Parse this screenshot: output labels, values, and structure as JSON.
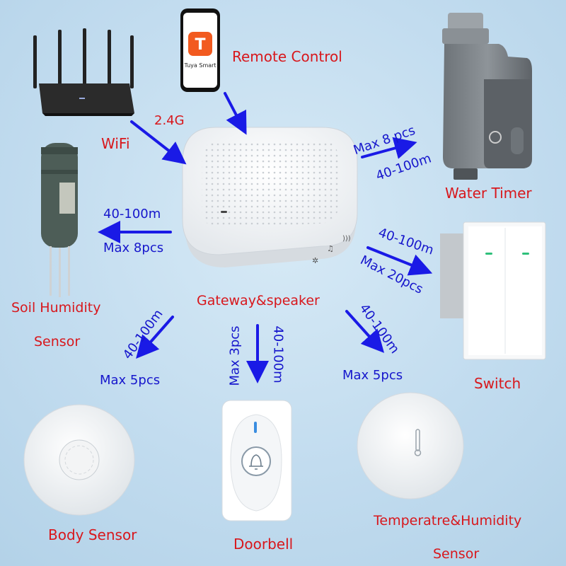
{
  "colors": {
    "background": "#c2dcef",
    "arrow": "#1a1ae6",
    "device_label": "#d8171c",
    "spec_label": "#1616cc"
  },
  "phone": {
    "app_name": "Tuya Smart",
    "logo_letter": "T"
  },
  "labels": {
    "remote_control": "Remote Control",
    "band": "2.4G",
    "wifi": "WiFi",
    "gateway": "Gateway&speaker",
    "water_timer": "Water Timer",
    "soil_sensor_line1": "Soil Humidity",
    "soil_sensor_line2": "Sensor",
    "switch": "Switch",
    "body_sensor": "Body Sensor",
    "doorbell": "Doorbell",
    "temp_sensor_line1": "Temperatre&Humidity",
    "temp_sensor_line2": "Sensor"
  },
  "specs": {
    "water_timer_max": "Max 8 pcs",
    "water_timer_range": "40-100m",
    "soil_range": "40-100m",
    "soil_max": "Max 8pcs",
    "switch_range": "40-100m",
    "switch_max": "Max 20pcs",
    "body_range": "40-100m",
    "body_max": "Max 5pcs",
    "doorbell_max": "Max 3pcs",
    "doorbell_range": "40-100m",
    "temp_range": "40-100m",
    "temp_max": "Max 5pcs"
  },
  "icons": [
    "router-icon",
    "phone-icon",
    "tuya-logo-icon",
    "gateway-icon",
    "water-timer-icon",
    "soil-sensor-icon",
    "wall-switch-icon",
    "body-sensor-icon",
    "doorbell-icon",
    "bell-icon",
    "temperature-sensor-icon",
    "thermometer-icon"
  ]
}
